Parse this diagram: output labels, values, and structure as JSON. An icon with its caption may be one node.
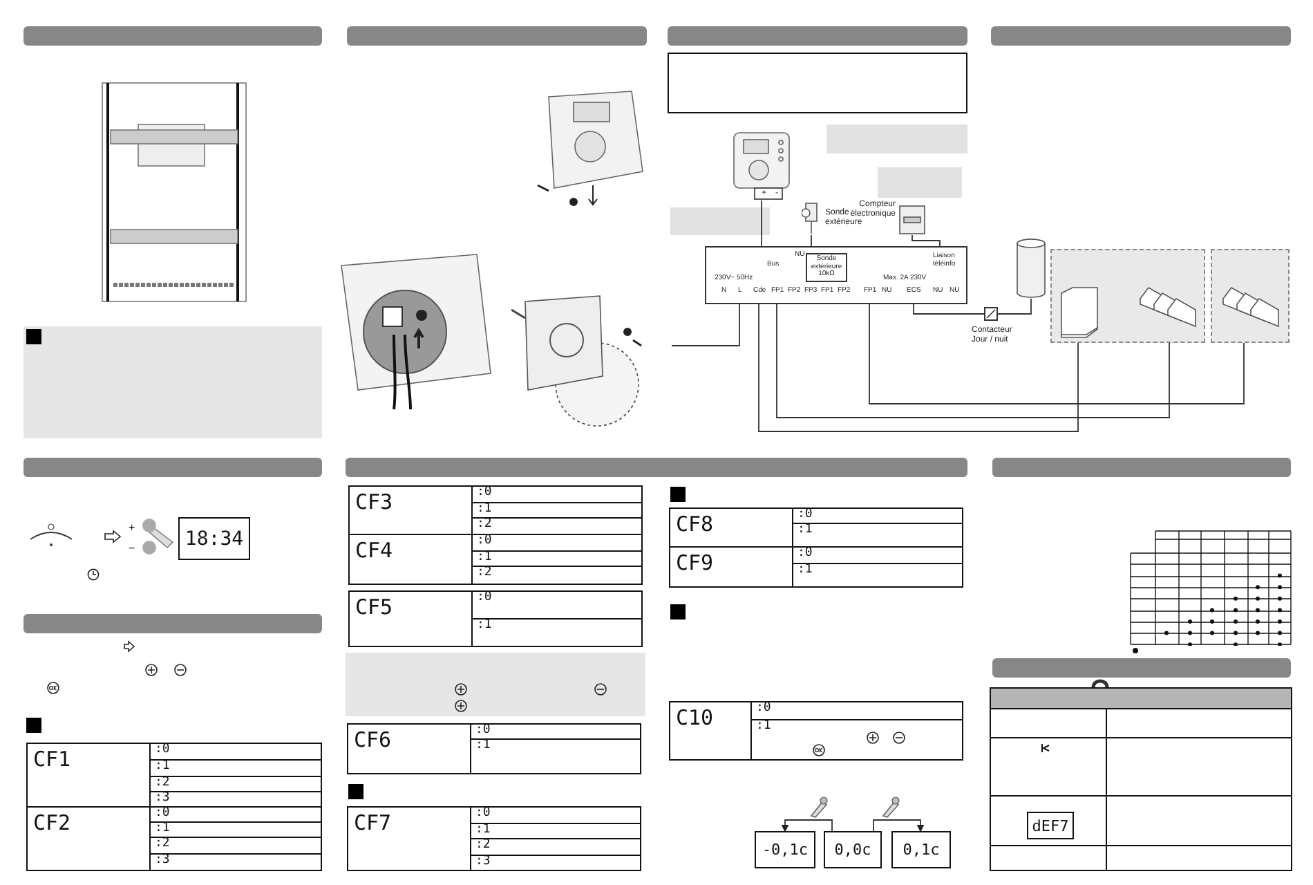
{
  "diagram": {
    "nodes": [
      {
        "text": [],
        "shape": "picture",
        "beside": [
          "+",
          "-"
        ]
      },
      {
        "text": [],
        "shape": "picture",
        "beside": [
          "Sonde extérieure"
        ]
      },
      {
        "text": [],
        "shape": "picture",
        "beside": [
          "Compteur électronique"
        ]
      },
      {
        "text": [
          "Bus",
          "NU",
          "Sonde extérieure 10kΩ",
          "Liaison téléinfo",
          "230V~ 50Hz",
          "N",
          "L",
          "Cde",
          "FP1",
          "FP2",
          "FP3",
          "FP1",
          "FP2",
          "FP1",
          "NU",
          "Max. 2A 230V",
          "ECS",
          "NU",
          "NU"
        ]
      },
      {
        "text": [],
        "shape": "box",
        "beside": [
          "Contacteur Jour / nuit"
        ]
      },
      {
        "text": [],
        "shape": "cylinder"
      },
      {
        "text": [],
        "shape": "box"
      },
      {
        "text": [],
        "shape": "picture",
        "in": 6
      },
      {
        "text": [],
        "shape": "picture",
        "in": 6
      },
      {
        "text": [],
        "shape": "box"
      },
      {
        "text": [],
        "shape": "picture",
        "in": 9
      },
      {
        "text": [
          "18:34"
        ]
      },
      {
        "text": [
          "-0,1c"
        ]
      },
      {
        "text": [
          "0,0c"
        ]
      },
      {
        "text": [
          "0,1c"
        ]
      },
      {
        "text": [
          "dEF7"
        ]
      }
    ],
    "edges": [
      {
        "from": 0,
        "to": 3,
        "arrow": "none"
      },
      {
        "from": 1,
        "to": 3,
        "arrow": "none"
      },
      {
        "from": 2,
        "to": 3,
        "arrow": "none"
      },
      {
        "from": 3,
        "to": 4,
        "arrow": "none"
      },
      {
        "from": 4,
        "to": 5,
        "arrow": "none"
      },
      {
        "from": 3,
        "to": 7,
        "arrow": "none"
      },
      {
        "from": 3,
        "to": 8,
        "arrow": "none"
      },
      {
        "from": 3,
        "to": 10,
        "arrow": "none"
      },
      {
        "from": null,
        "to": 3,
        "arrow": "none"
      },
      {
        "from": 13,
        "to": 12,
        "arrow": "to"
      },
      {
        "from": 13,
        "to": 14,
        "arrow": "to"
      }
    ],
    "labels": [
      "+",
      "−",
      "CF1",
      ":0",
      ":1",
      ":2",
      ":3",
      "CF2",
      ":0",
      ":1",
      ":2",
      ":3",
      "CF3",
      ":0",
      ":1",
      ":2",
      "CF4",
      ":0",
      ":1",
      ":2",
      "CF5",
      ":0",
      ":1",
      "CF6",
      ":0",
      ":1",
      "CF7",
      ":0",
      ":1",
      ":2",
      ":3",
      "CF8",
      ":0",
      ":1",
      "CF9",
      ":0",
      ":1",
      "C10",
      ":0",
      ":1"
    ]
  }
}
